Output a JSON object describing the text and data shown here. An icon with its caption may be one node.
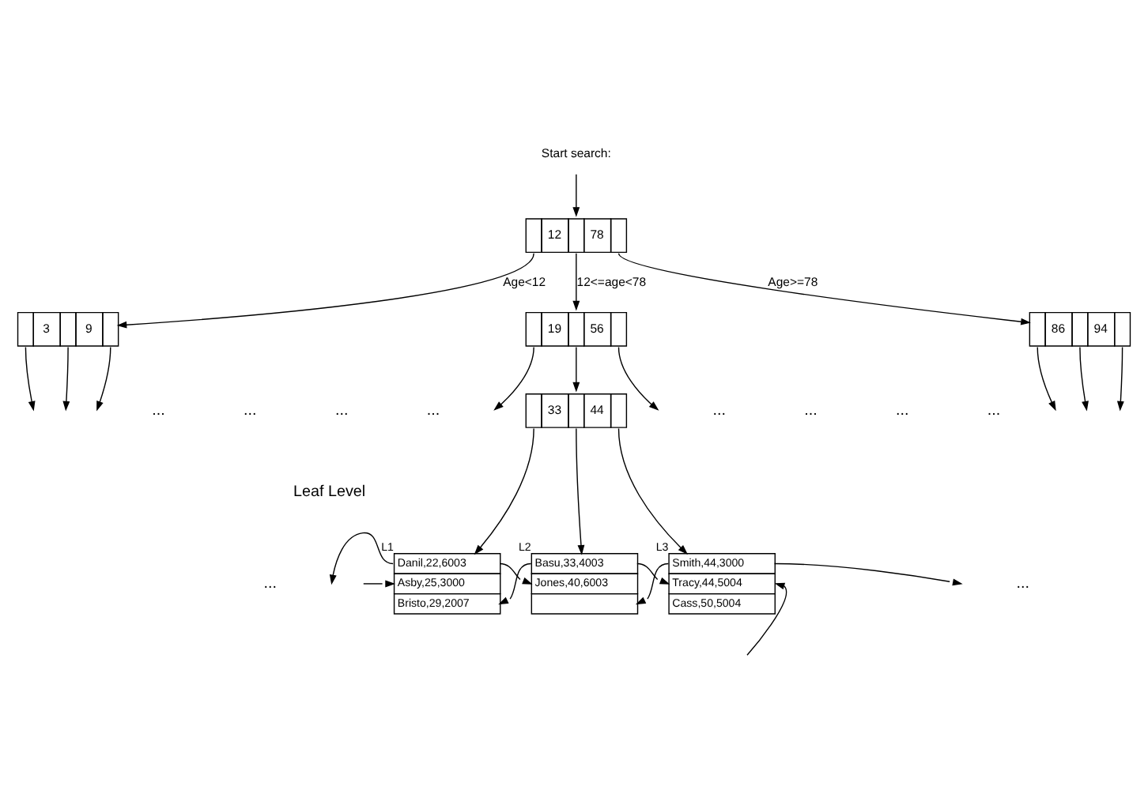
{
  "diagram": {
    "nodes": [
      {
        "text": [
          "Start search:"
        ]
      },
      {
        "text": [
          "12",
          "78"
        ]
      },
      {
        "text": [
          "3",
          "9"
        ]
      },
      {
        "text": [
          "19",
          "56"
        ]
      },
      {
        "text": [
          "86",
          "94"
        ]
      },
      {
        "text": [
          "33",
          "44"
        ]
      },
      {
        "text": [
          "Danil,22,6003",
          "Asby,25,3000",
          "Bristo,29,2007"
        ],
        "beside": [
          "L1"
        ]
      },
      {
        "text": [
          "Basu,33,4003",
          "Jones,40,6003"
        ],
        "beside": [
          "L2"
        ]
      },
      {
        "text": [
          "Smith,44,3000",
          "Tracy,44,5004",
          "Cass,50,5004"
        ],
        "beside": [
          "L3"
        ]
      }
    ],
    "edges": [
      {
        "from": 0,
        "to": 1,
        "arrow": "to"
      },
      {
        "from": 1,
        "to": 2,
        "arrow": "to",
        "label": "Age<12"
      },
      {
        "from": 1,
        "to": 3,
        "arrow": "to",
        "label": "12<=age<78"
      },
      {
        "from": 1,
        "to": 4,
        "arrow": "to",
        "label": "Age>=78"
      },
      {
        "from": 2,
        "to": null,
        "arrow": "to"
      },
      {
        "from": 2,
        "to": null,
        "arrow": "to"
      },
      {
        "from": 2,
        "to": null,
        "arrow": "to"
      },
      {
        "from": 3,
        "to": null,
        "arrow": "to"
      },
      {
        "from": 3,
        "to": 5,
        "arrow": "to"
      },
      {
        "from": 3,
        "to": null,
        "arrow": "to"
      },
      {
        "from": 4,
        "to": null,
        "arrow": "to"
      },
      {
        "from": 4,
        "to": null,
        "arrow": "to"
      },
      {
        "from": 4,
        "to": null,
        "arrow": "to"
      },
      {
        "from": 5,
        "to": 6,
        "arrow": "to"
      },
      {
        "from": 5,
        "to": 7,
        "arrow": "to"
      },
      {
        "from": 5,
        "to": 8,
        "arrow": "to"
      },
      {
        "from": 6,
        "to": null,
        "arrow": "to"
      },
      {
        "from": null,
        "to": 6,
        "arrow": "to"
      },
      {
        "from": 6,
        "to": 7,
        "arrow": "to"
      },
      {
        "from": 7,
        "to": 6,
        "arrow": "to"
      },
      {
        "from": 7,
        "to": 8,
        "arrow": "to"
      },
      {
        "from": 8,
        "to": 7,
        "arrow": "to"
      },
      {
        "from": 8,
        "to": null,
        "arrow": "to"
      },
      {
        "from": null,
        "to": 8,
        "arrow": "to"
      }
    ],
    "labels": [
      "...",
      "...",
      "...",
      "...",
      "...",
      "...",
      "...",
      "...",
      "Leaf Level",
      "...",
      "..."
    ]
  }
}
